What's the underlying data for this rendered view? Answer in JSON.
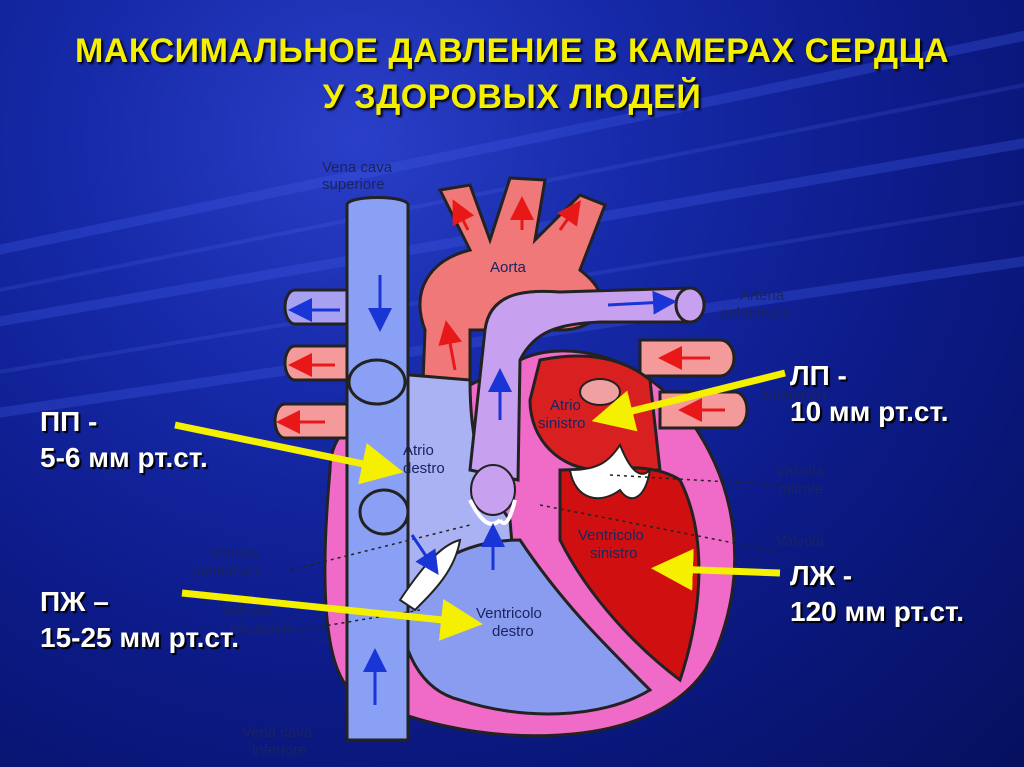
{
  "title": {
    "line1": "МАКСИМАЛЬНОЕ ДАВЛЕНИЕ В КАМЕРАХ СЕРДЦА",
    "line2": "У ЗДОРОВЫХ ЛЮДЕЙ"
  },
  "pressures": {
    "rp": {
      "name": "ПП  -",
      "value": "5-6 мм рт.ст."
    },
    "rv": {
      "name": "ПЖ –",
      "value": "15-25 мм рт.ст."
    },
    "lp": {
      "name": "ЛП  -",
      "value": "10 мм рт.ст."
    },
    "lv": {
      "name": "ЛЖ  -",
      "value": "120 мм рт.ст."
    }
  },
  "diagram_labels": {
    "vena_cava_sup_1": "Vena cava",
    "vena_cava_sup_2": "superiore",
    "aorta": "Aorta",
    "arteria_1": "Arteria",
    "arteria_2": "polmonare",
    "vene_polmonari": "polmonari",
    "atrio_sin_1": "Atrio",
    "atrio_sin_2": "sinistro",
    "atrio_destro_1": "Atrio",
    "atrio_destro_2": "destro",
    "valvola_mitrale_1": "Valvola",
    "valvola_mitrale_2": "mitrale",
    "valvola_aortica": "Valvola",
    "ventricolo_sin_1": "Ventricolo",
    "ventricolo_sin_2": "sinistro",
    "valvola_polm_1": "Valvola",
    "valvola_polm_2": "polmonare",
    "valvola_tric_1": "Valvola",
    "valvola_tric_2": "tricuspide",
    "ventricolo_destro_1": "Ventricolo",
    "ventricolo_destro_2": "destro",
    "vena_cava_inf_1": "Vena cava",
    "vena_cava_inf_2": "inferiore"
  },
  "colors": {
    "background": "#0c1a86",
    "title": "#f5ef00",
    "pointer": "#f5ef00",
    "deoxygenated": "#8a9cf0",
    "oxygenated": "#f08a8a",
    "left_ventricle": "#d01010",
    "pulmonary_trunk": "#c8a0f0"
  }
}
